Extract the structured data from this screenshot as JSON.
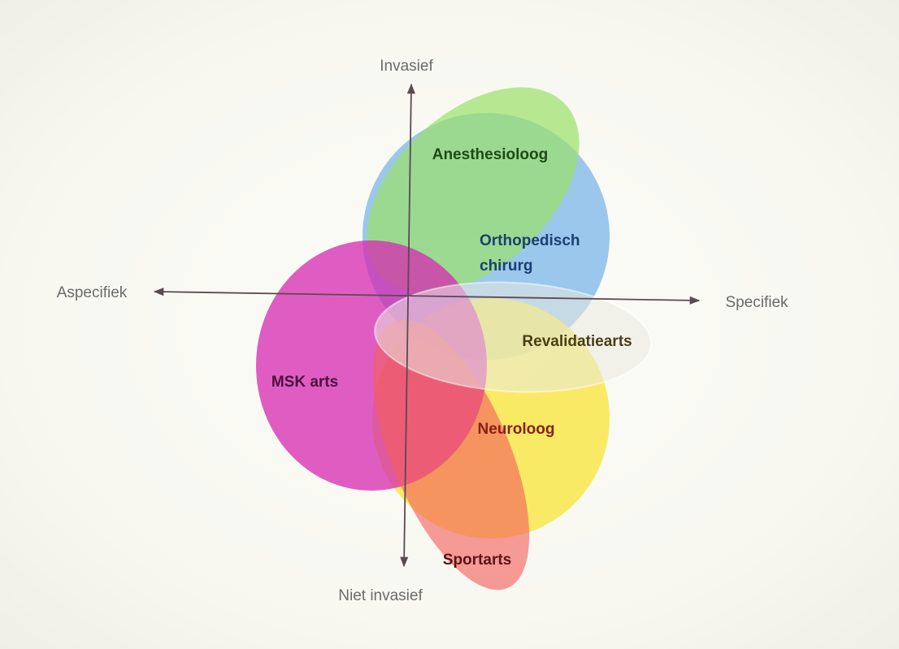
{
  "axes": {
    "top": "Invasief",
    "bottom": "Niet invasief",
    "left": "Aspecifiek",
    "right": "Specifiek"
  },
  "regions": {
    "anesthesioloog": {
      "label": "Anesthesioloog",
      "color": "#8fd66a"
    },
    "orthopedisch": {
      "line1": "Orthopedisch",
      "line2": "chirurg",
      "color": "#7fb8e8"
    },
    "msk": {
      "label": "MSK arts",
      "color": "#d92fb3"
    },
    "revalidatiearts": {
      "label": "Revalidatiearts",
      "color": "#e6e6dc"
    },
    "neuroloog": {
      "label": "Neuroloog",
      "color": "#f7e23a"
    },
    "sportarts": {
      "label": "Sportarts",
      "color": "#f2726c"
    }
  },
  "colors": {
    "axis": "#5a4a52",
    "axis_label": "#6b6b6b"
  }
}
